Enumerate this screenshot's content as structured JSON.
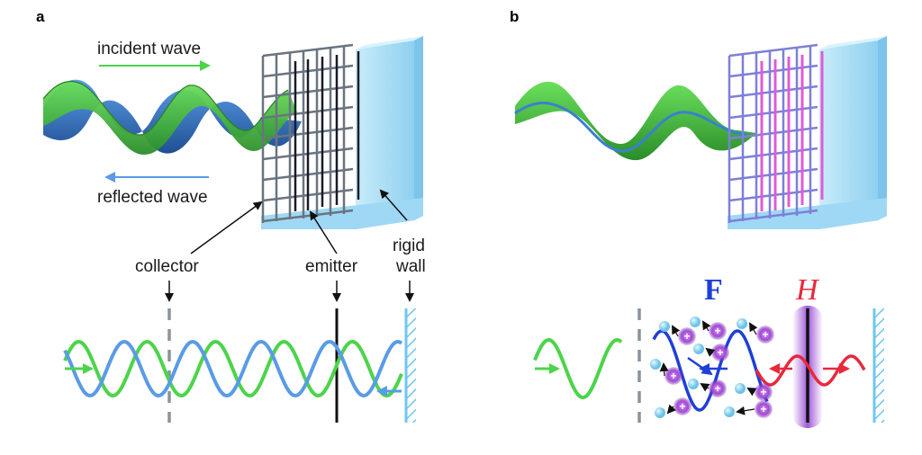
{
  "panel_a": {
    "letter": "a",
    "incident_label": "incident wave",
    "reflected_label": "reflected wave",
    "collector_label": "collector",
    "emitter_label": "emitter",
    "rigid_label_line1": "rigid",
    "rigid_label_line2": "wall"
  },
  "panel_b": {
    "letter": "b",
    "force_symbol": "F",
    "field_symbol": "H",
    "ion_sign": "+"
  },
  "colors": {
    "incident": "#4cd44a",
    "reflected": "#5a9be6",
    "wall": "#a9ddf5",
    "force": "#1f3fd8",
    "field": "#e8283c",
    "ion": "#a24ad6",
    "particle": "#8fd6f0"
  }
}
